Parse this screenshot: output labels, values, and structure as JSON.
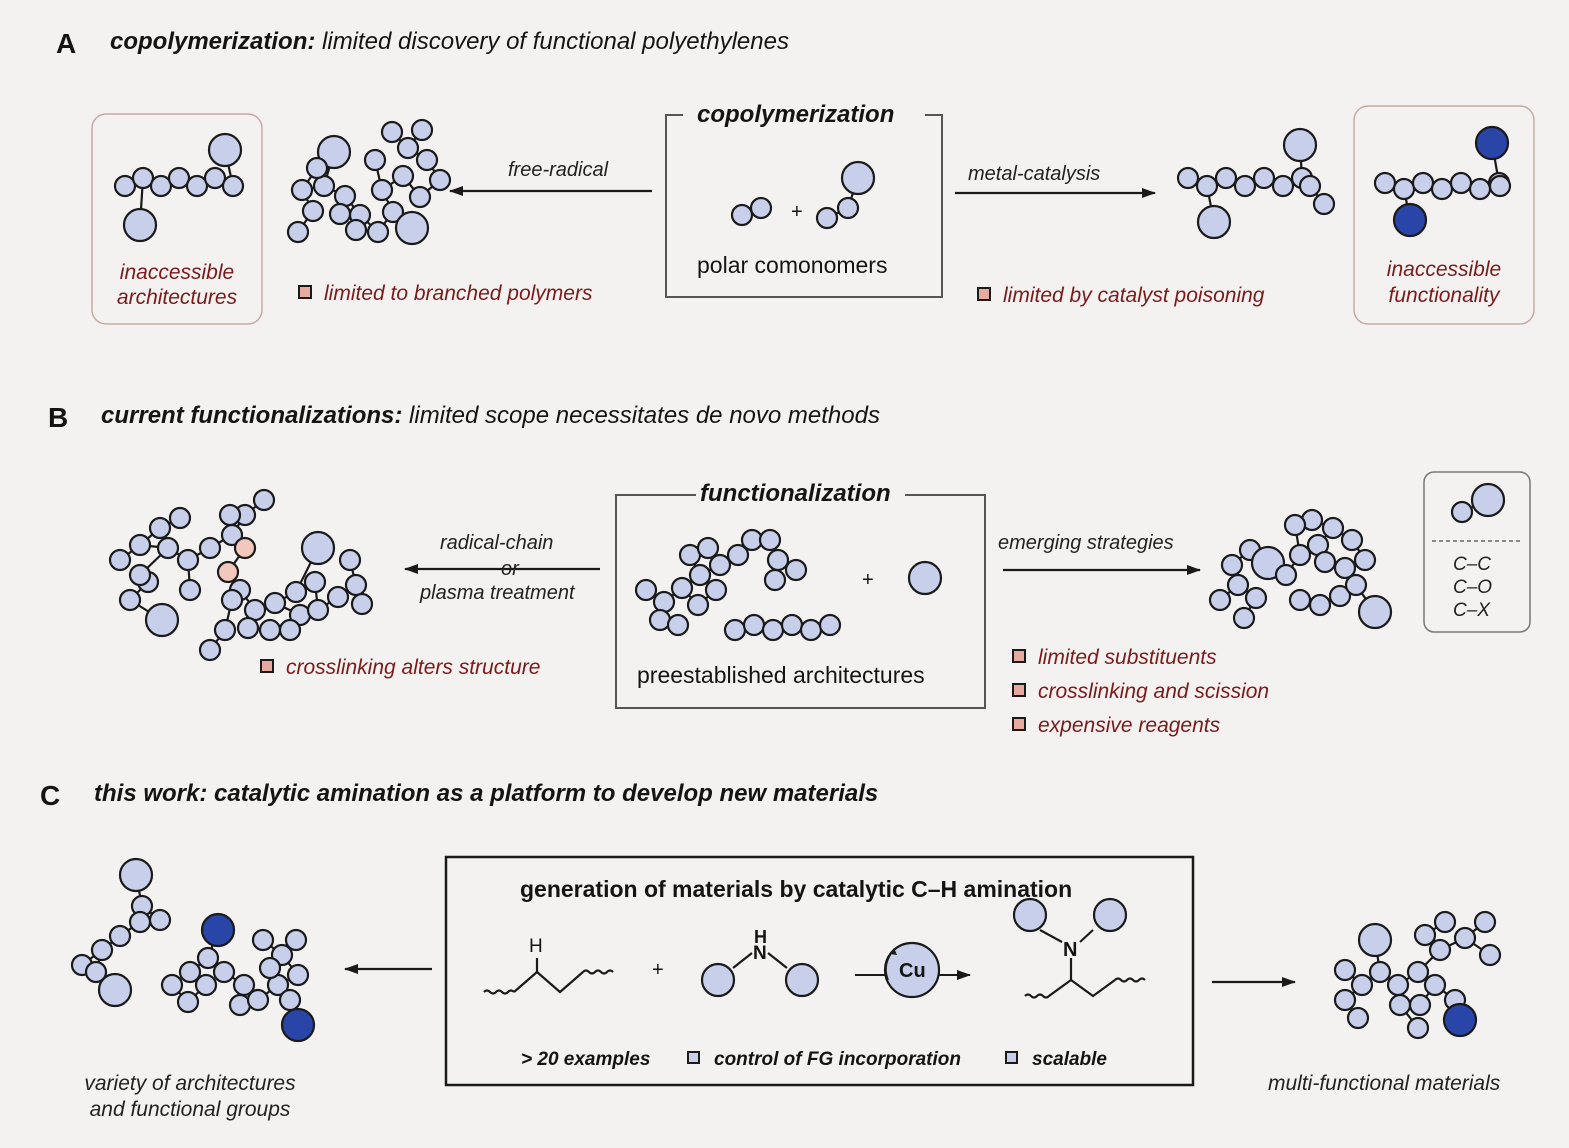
{
  "colors": {
    "background": "#f3f2f0",
    "node_fill": "#c7cfea",
    "node_stroke": "#1a1a1a",
    "functional_node": "#2a45a8",
    "highlight_node": "#f2c8bd",
    "warning_text": "#7a1a1a",
    "bullet_fill": "#e8a9a0"
  },
  "panel_a": {
    "letter": "A",
    "heading_bold": "copolymerization:",
    "heading_rest": " limited discovery of functional polyethylenes",
    "box_title": "copolymerization",
    "box_caption": "polar comonomers",
    "plus": "+",
    "left_arrow_label": "free-radical",
    "right_arrow_label": "metal-catalysis",
    "left_callout": [
      "inaccessible",
      "architectures"
    ],
    "right_callout": [
      "inaccessible",
      "functionality"
    ],
    "left_limitation": "limited to branched polymers",
    "right_limitation": "limited by catalyst poisoning"
  },
  "panel_b": {
    "letter": "B",
    "heading_bold": "current functionalizations:",
    "heading_rest": " limited scope necessitates de novo methods",
    "box_title": "functionalization",
    "box_caption": "preestablished architectures",
    "plus": "+",
    "left_arrow_label": [
      "radical-chain",
      "or",
      "plasma treatment"
    ],
    "right_arrow_label": "emerging strategies",
    "left_limitation": "crosslinking alters structure",
    "right_limitations": [
      "limited substituents",
      "crosslinking and scission",
      "expensive reagents"
    ],
    "bond_types": [
      "C–C",
      "C–O",
      "C–X"
    ]
  },
  "panel_c": {
    "letter": "C",
    "heading": "this work: catalytic amination as a platform to develop new materials",
    "box_title": "generation of materials by catalytic C–H amination",
    "atom_h": "H",
    "amine_h": "H",
    "amine_n": "N",
    "product_n": "N",
    "catalyst": "Cu",
    "plus": "+",
    "features": [
      "> 20 examples",
      "control of FG incorporation",
      "scalable"
    ],
    "left_caption": [
      "variety of architectures",
      "and functional groups"
    ],
    "right_caption": "multi-functional materials"
  }
}
